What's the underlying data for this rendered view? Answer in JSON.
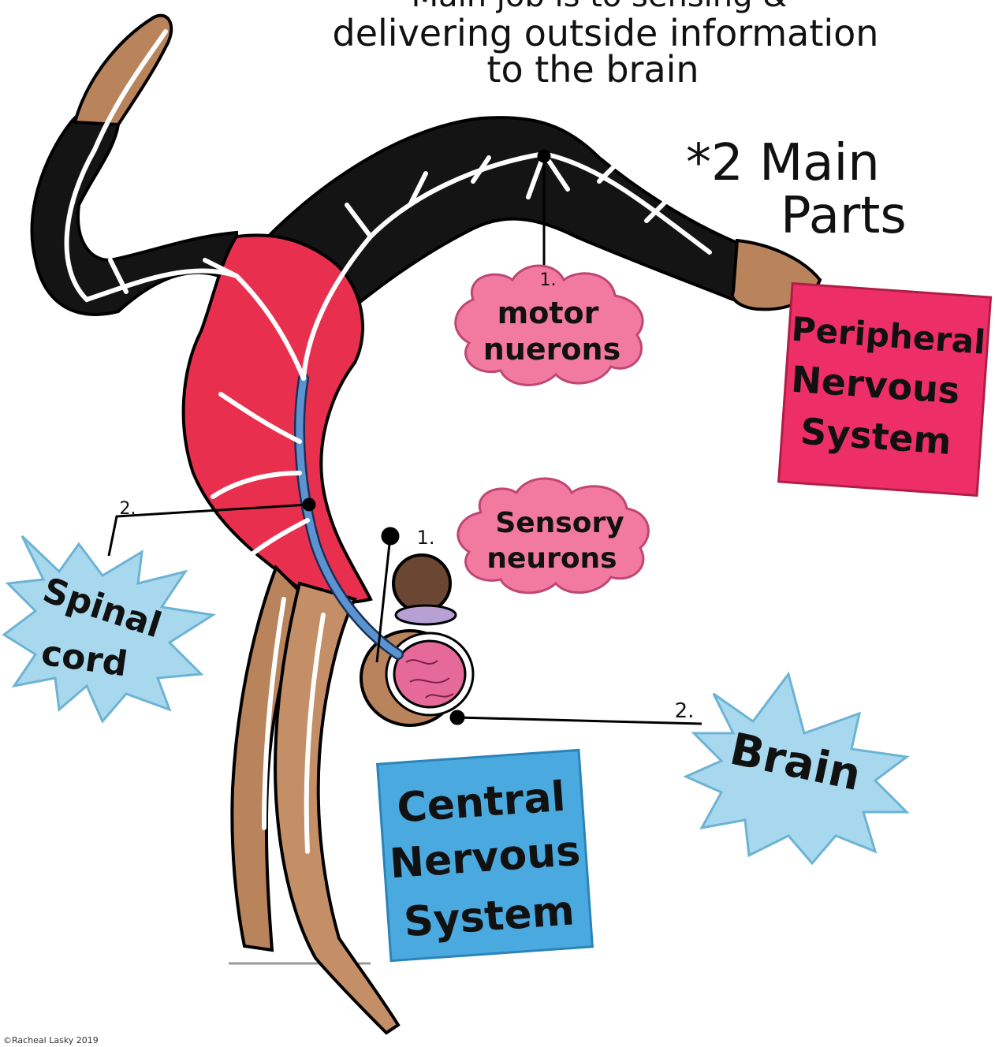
{
  "header": {
    "line1": "Main job is to sensing &",
    "line2": "delivering outside information",
    "line3": "to the brain"
  },
  "main_parts": {
    "line1": "*2 Main",
    "line2": "Parts"
  },
  "labels": {
    "motor_number": "1.",
    "motor_line1": "motor",
    "motor_line2": "nuerons",
    "sensory_number": "1.",
    "sensory_line1": "Sensory",
    "sensory_line2": "neurons",
    "spinal_number": "2.",
    "spinal_line1": "Spinal",
    "spinal_line2": "cord",
    "brain_number": "2.",
    "brain_text": "Brain",
    "pns_line1": "Peripheral",
    "pns_line2": "Nervous",
    "pns_line3": "System",
    "cns_line1": "Central",
    "cns_line2": "Nervous",
    "cns_line3": "System"
  },
  "credit": "©Racheal Lasky 2019",
  "colors": {
    "pink_box": "#ee2f67",
    "blue_box": "#4aa9de",
    "cloud_pink": "#f27aa0",
    "starburst_blue": "#a8d8ee",
    "leotard": "#e8304e",
    "tights": "#141414",
    "skin": "#b9835c",
    "spine": "#5b93d1",
    "brain": "#e56a9a"
  }
}
